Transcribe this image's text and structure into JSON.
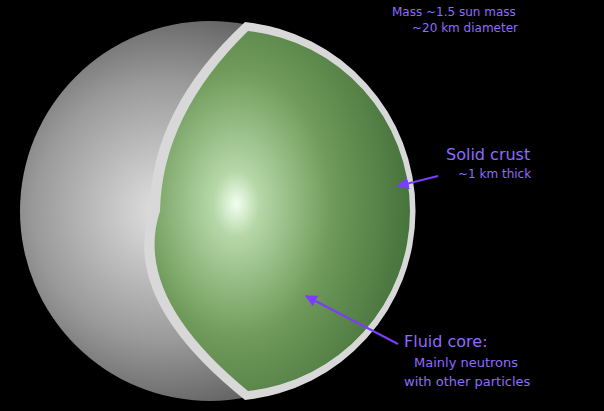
{
  "diagram": {
    "labels": [
      "Mass ~1.5 sun mass",
      "~20 km diameter",
      "Solid crust",
      "~1 km thick",
      "Fluid core:",
      "Mainly neutrons",
      "with other particles"
    ]
  }
}
